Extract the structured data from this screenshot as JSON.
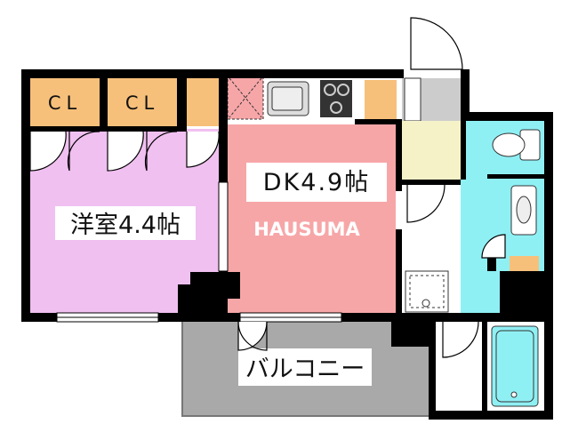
{
  "rooms": {
    "western": {
      "label": "洋室4.4帖"
    },
    "dk": {
      "label": "DK4.9帖"
    },
    "balcony": {
      "label": "バルコニー"
    }
  },
  "closets": [
    {
      "label": "CL"
    },
    {
      "label": "CL"
    }
  ],
  "watermark": "HAUSUMA",
  "colors": {
    "wall": "#000000",
    "western_room": "#f0c0f0",
    "dk_room": "#f7a6a8",
    "wet_area": "#8ff0f4",
    "entrance": "#f5f2c8",
    "balcony": "#a9a9a9",
    "closet": "#f7c07a",
    "corridor": "#cccccc",
    "watermark": "#ffffff"
  }
}
